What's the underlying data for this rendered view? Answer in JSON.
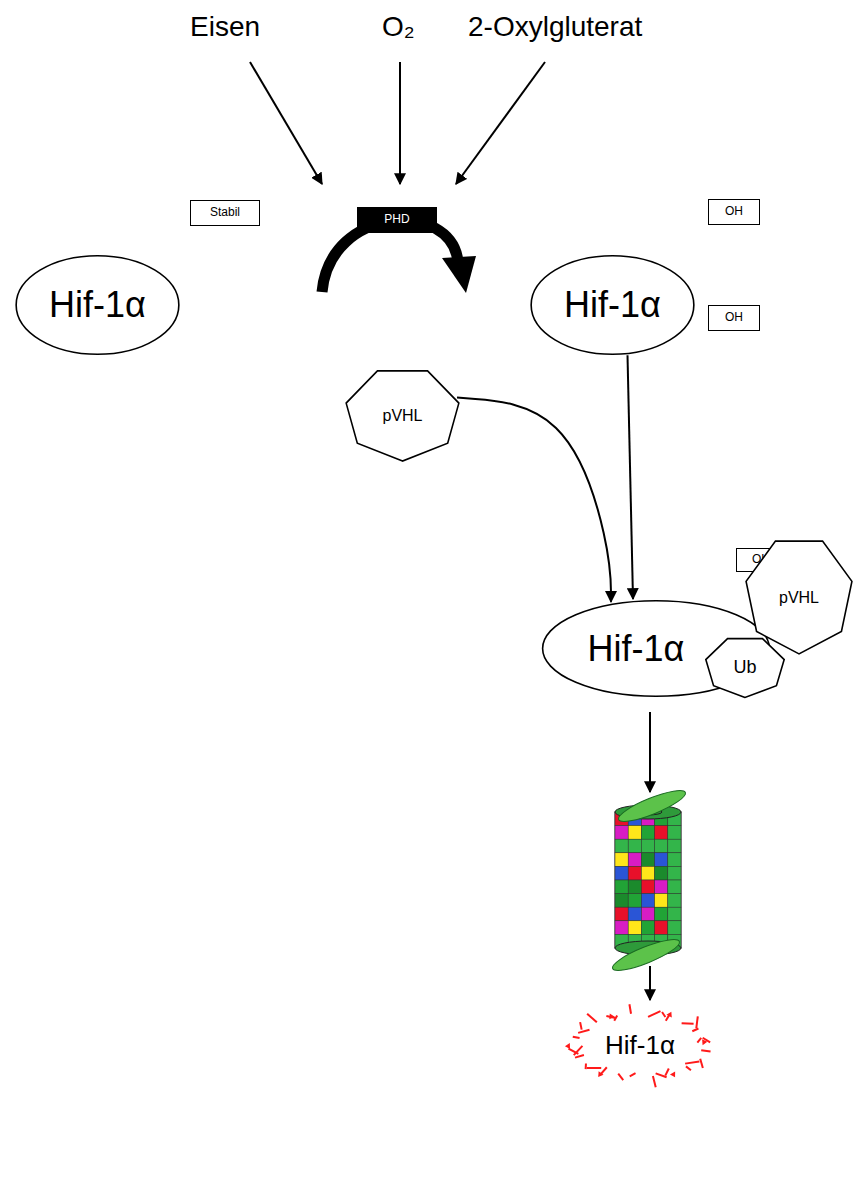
{
  "diagram": {
    "nodes": [
      {
        "text": [
          "Hif-1α"
        ]
      },
      {
        "text": [
          "Stabil"
        ]
      },
      {
        "text": [
          "PHD"
        ]
      },
      {
        "text": [
          "Hif-1α"
        ]
      },
      {
        "text": [
          "OH"
        ]
      },
      {
        "text": [
          "OH"
        ]
      },
      {
        "text": [
          "pVHL"
        ]
      },
      {
        "text": [
          "Hif-1α"
        ]
      },
      {
        "text": [
          "OH"
        ]
      },
      {
        "text": [
          "pVHL"
        ]
      },
      {
        "text": [
          "Ub"
        ]
      },
      {
        "text": [
          "Hif-1α"
        ]
      }
    ],
    "edges": [
      {
        "from": 3,
        "to": 7,
        "arrow": "to"
      },
      {
        "from": 6,
        "to": 7,
        "arrow": "to"
      }
    ],
    "labels": [
      "Eisen",
      "O₂",
      "2-Oxylgluterat"
    ]
  }
}
